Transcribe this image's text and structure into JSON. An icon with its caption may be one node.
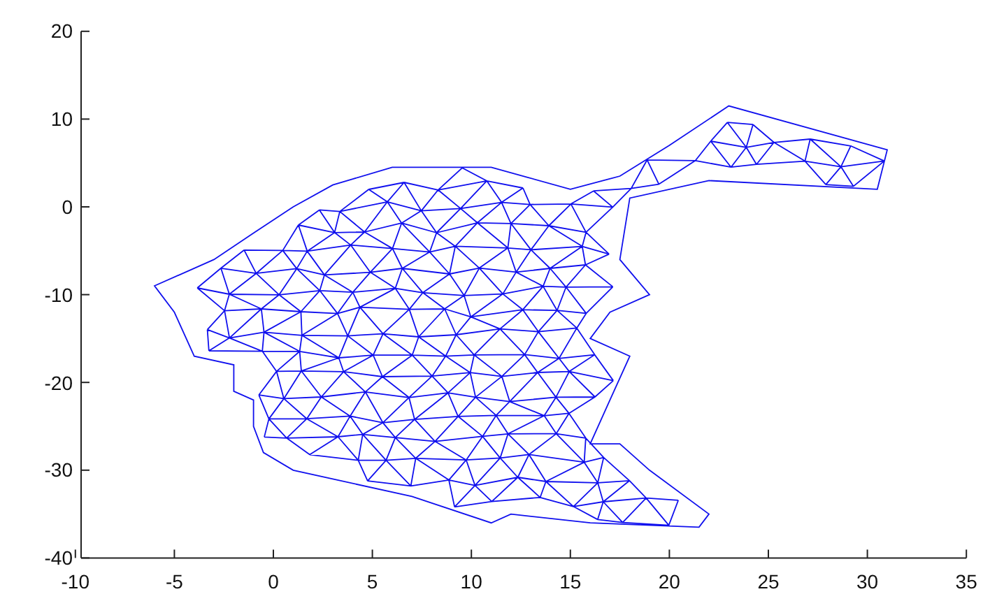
{
  "diagram": {
    "labels": [
      "20",
      "10",
      "0",
      "-10",
      "-20",
      "-30",
      "-40",
      "-10",
      "-5",
      "0",
      "5",
      "10",
      "15",
      "20",
      "25",
      "30",
      "35"
    ]
  }
}
